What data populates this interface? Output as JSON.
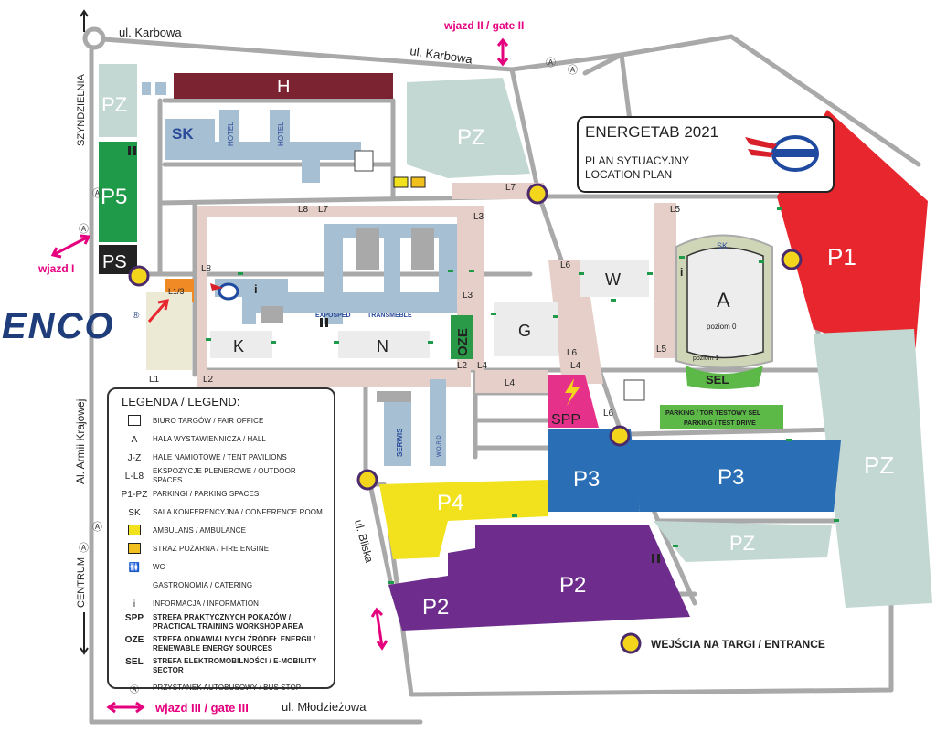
{
  "colors": {
    "road": "#a9a9a9",
    "hall": "#a6bfd2",
    "tent": "#ececec",
    "outdoor": "#e6cfc8",
    "pz": "#c3d8d2",
    "p1": "#e8262d",
    "p2": "#6e2d8c",
    "p3": "#2a6fb5",
    "p4": "#f2e21e",
    "p5": "#1f9a48",
    "ps": "#222222",
    "hbuild": "#7b2331",
    "spp": "#e5318a",
    "oze": "#2a9a48",
    "sel": "#5cb847",
    "gate": "#e5007e",
    "entrance": "#f3d61c",
    "entrance_ring": "#4a2a6a",
    "orange": "#f08a24"
  },
  "header": {
    "title": "ENERGETAB 2021",
    "subtitle1": "PLAN SYTUACYJNY",
    "subtitle2": "LOCATION PLAN"
  },
  "streets": {
    "karbowa_top": "ul. Karbowa",
    "karbowa_mid": "ul. Karbowa",
    "szyndzielnia": "SZYNDZIELNIA",
    "armii": "Al. Armii Krajowej",
    "centrum": "CENTRUM",
    "bliska": "ul. Bliska",
    "mlodziezowa": "ul. Młodzieżowa"
  },
  "gates": {
    "gate1": "wjazd I",
    "gate2": "wjazd II / gate II",
    "gate3": "wjazd III / gate III"
  },
  "zones": {
    "h": "H",
    "sk": "SK",
    "hotel": "HOTEL",
    "p5": "P5",
    "ps": "PS",
    "pz": "PZ",
    "p1": "P1",
    "p2": "P2",
    "p3": "P3",
    "p4": "P4",
    "a": "A",
    "sk_small": "SK",
    "poziom0": "poziom 0",
    "poziom1": "poziom 1",
    "sel": "SEL",
    "w": "W",
    "g": "G",
    "k": "K",
    "n": "N",
    "oze": "OZE",
    "spp": "SPP",
    "l13": "L1/3",
    "exposped": "EXPOSPED",
    "transmeble": "TRANSMEBLE",
    "serwis": "SERWIS",
    "word": "W.O.R.D",
    "info": "i",
    "l1": "L1",
    "l2": "L2",
    "l3": "L3",
    "l4": "L4",
    "l5": "L5",
    "l6": "L6",
    "l7": "L7",
    "l8": "L8",
    "parking1": "PARKING / TOR TESTOWY SEL",
    "parking2": "PARKING / TEST DRIVE",
    "bus": "Ⓐ"
  },
  "legend": {
    "title": "LEGENDA / LEGEND:",
    "items": [
      {
        "key": "",
        "text": "Biuro targów / Fair office",
        "icon": "fair-office-icon"
      },
      {
        "key": "A",
        "text": "Hala wystawiennicza / Hall"
      },
      {
        "key": "J-Z",
        "text": "Hale namiotowe / Tent pavilions"
      },
      {
        "key": "L-L8",
        "text": "Ekspozycje plenerowe / Outdoor spaces"
      },
      {
        "key": "P1-PZ",
        "text": "Parkingi / Parking spaces"
      },
      {
        "key": "SK",
        "text": "Sala konferencyjna / Conference room"
      },
      {
        "key": "",
        "text": "Ambulans / Ambulance",
        "icon": "ambulance-icon"
      },
      {
        "key": "",
        "text": "Straż Pożarna / Fire engine",
        "icon": "fire-engine-icon"
      },
      {
        "key": "🚻",
        "text": "WC"
      },
      {
        "key": "",
        "text": "Gastronomia / Catering"
      },
      {
        "key": "i",
        "text": "Informacja / Information"
      },
      {
        "key": "SPP",
        "text": "Strefa praktycznych pokazów / Practical training workshop area"
      },
      {
        "key": "OZE",
        "text": "Strefa odnawialnych źródeł energii / Renewable energy sources"
      },
      {
        "key": "SEL",
        "text": "Strefa elektromobilności / E-mobility sector"
      },
      {
        "key": "Ⓐ",
        "text": "Przystanek autobusowy / Bus stop"
      }
    ]
  },
  "entrance_label": "WEJŚCIA NA TARGI / ENTRANCE",
  "logo": {
    "text": "ENCO",
    "reg": "®"
  }
}
